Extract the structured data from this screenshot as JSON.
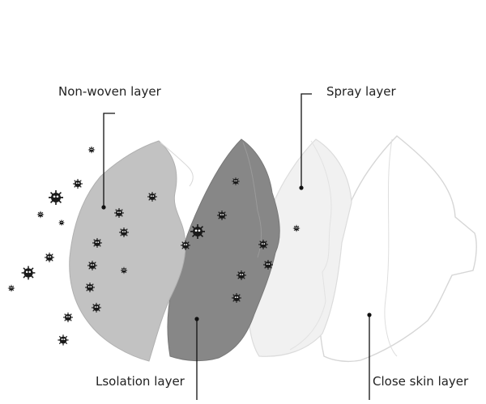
{
  "diagram": {
    "layers": [
      {
        "id": "nonwoven",
        "label": "Non-woven layer",
        "fill": "#c2c2c2"
      },
      {
        "id": "isolation",
        "label": "Lsolation layer",
        "fill": "#878787"
      },
      {
        "id": "spray",
        "label": "Spray layer",
        "fill": "#f1f1f1"
      },
      {
        "id": "closeskin",
        "label": "Close skin layer",
        "fill": "#ffffff"
      }
    ],
    "colors": {
      "particle": "#1a1a1a",
      "leader_line": "#111111",
      "edge": "#d9d9d9"
    }
  }
}
